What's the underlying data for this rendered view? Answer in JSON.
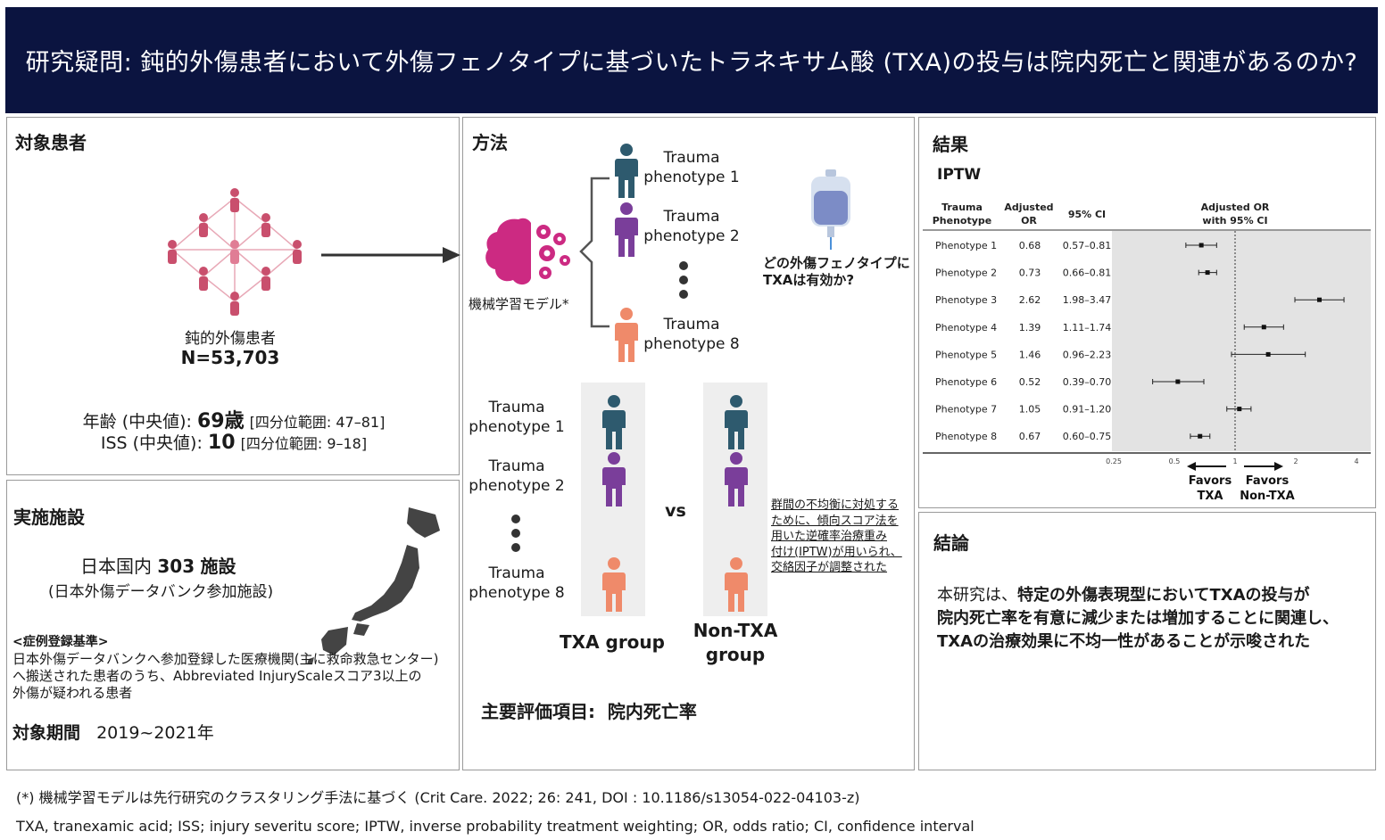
{
  "header": {
    "title": "研究疑問: 鈍的外傷患者において外傷フェノタイプに基づいたトラネキサム酸 (TXA)の投与は院内死亡と関連があるのか?"
  },
  "patients": {
    "title": "対象患者",
    "label": "鈍的外傷患者",
    "n": "N=53,703",
    "age_prefix": "年齢 (中央値):",
    "age_value": "69歳",
    "age_iqr": "[四分位範囲: 47–81]",
    "iss_prefix": "ISS (中央値):",
    "iss_value": "10",
    "iss_iqr": "[四分位範囲: 9–18]"
  },
  "facilities": {
    "title": "実施施設",
    "line1_prefix": "日本国内",
    "line1_count": "303",
    "line1_suffix": "施設",
    "line2": "(日本外傷データバンク参加施設)",
    "criteria_title": "<症例登録基準>",
    "criteria_lines": [
      "日本外傷データバンクへ参加登録した医療機関(主に救命救急センター)",
      "へ搬送された患者のうち、Abbreviated InjuryScaleスコア3以上の",
      "外傷が疑われる患者"
    ],
    "period_label": "対象期間",
    "period_value": "2019~2021年"
  },
  "methods": {
    "title": "方法",
    "ml_label": "機械学習モデル*",
    "phenotypes": [
      {
        "line1": "Trauma",
        "line2": "phenotype 1",
        "color": "#2e5a6e"
      },
      {
        "line1": "Trauma",
        "line2": "phenotype 2",
        "color": "#7a3e9a"
      },
      {
        "line1": "Trauma",
        "line2": "phenotype 8",
        "color": "#ef8a6a"
      }
    ],
    "question_lines": [
      "どの外傷フェノタイプに",
      "TXAは有効か?"
    ],
    "vs": "vs",
    "txa_group": "TXA group",
    "nontxa_group_lines": [
      "Non-TXA",
      "group"
    ],
    "iptw_note_lines": [
      "群間の不均衡に対処する",
      "ために、傾向スコア法を",
      "用いた逆確率治療重み",
      "付け(IPTW)が用いられ、",
      "交絡因子が調整された"
    ],
    "primary_outcome": "主要評価項目:  院内死亡率"
  },
  "results": {
    "title": "結果",
    "subtitle": "IPTW",
    "col_headers": {
      "phenotype": [
        "Trauma",
        "Phenotype"
      ],
      "or": [
        "Adjusted",
        "OR"
      ],
      "ci": "95% CI",
      "plot": [
        "Adjusted OR",
        "with 95% CI"
      ]
    },
    "favors_left": [
      "Favors",
      "TXA"
    ],
    "favors_right": [
      "Favors",
      "Non-TXA"
    ]
  },
  "chart_data": {
    "type": "scatter",
    "scale": "log",
    "xlim": [
      0.25,
      4
    ],
    "reference_line": 1,
    "ticks": [
      0.25,
      0.5,
      1,
      2,
      4
    ],
    "tick_labels": [
      "0.25",
      "0.5",
      "1",
      "2",
      "4"
    ],
    "rows": [
      {
        "label": "Phenotype 1",
        "or": 0.68,
        "lo": 0.57,
        "hi": 0.81,
        "or_text": "0.68",
        "ci_text": "0.57–0.81"
      },
      {
        "label": "Phenotype 2",
        "or": 0.73,
        "lo": 0.66,
        "hi": 0.81,
        "or_text": "0.73",
        "ci_text": "0.66–0.81"
      },
      {
        "label": "Phenotype 3",
        "or": 2.62,
        "lo": 1.98,
        "hi": 3.47,
        "or_text": "2.62",
        "ci_text": "1.98–3.47"
      },
      {
        "label": "Phenotype 4",
        "or": 1.39,
        "lo": 1.11,
        "hi": 1.74,
        "or_text": "1.39",
        "ci_text": "1.11–1.74"
      },
      {
        "label": "Phenotype 5",
        "or": 1.46,
        "lo": 0.96,
        "hi": 2.23,
        "or_text": "1.46",
        "ci_text": "0.96–2.23"
      },
      {
        "label": "Phenotype 6",
        "or": 0.52,
        "lo": 0.39,
        "hi": 0.7,
        "or_text": "0.52",
        "ci_text": "0.39–0.70"
      },
      {
        "label": "Phenotype 7",
        "or": 1.05,
        "lo": 0.91,
        "hi": 1.2,
        "or_text": "1.05",
        "ci_text": "0.91–1.20"
      },
      {
        "label": "Phenotype 8",
        "or": 0.67,
        "lo": 0.6,
        "hi": 0.75,
        "or_text": "0.67",
        "ci_text": "0.60–0.75"
      }
    ]
  },
  "conclusion": {
    "title": "結論",
    "line1_prefix": "本研究は、",
    "line1_bold": "特定の外傷表現型においてTXAの投与が",
    "line2": "院内死亡率を有意に減少または増加することに関連し、",
    "line3": "TXAの治療効果に不均一性があることが示唆された"
  },
  "footer": {
    "note": "(*) 機械学習モデルは先行研究のクラスタリング手法に基づく (Crit Care. 2022; 26: 241, DOI : 10.1186/s13054-022-04103-z)",
    "abbrev": "TXA, tranexamic acid; ISS; injury severitu score; IPTW, inverse probability treatment weighting; OR, odds ratio; CI, confidence interval"
  },
  "colors": {
    "header_bg": "#0b1440",
    "patients_pink": "#c94f6d",
    "brain_magenta": "#cc2a82",
    "plot_bg": "#e3e3e3",
    "arrow": "#333333"
  }
}
